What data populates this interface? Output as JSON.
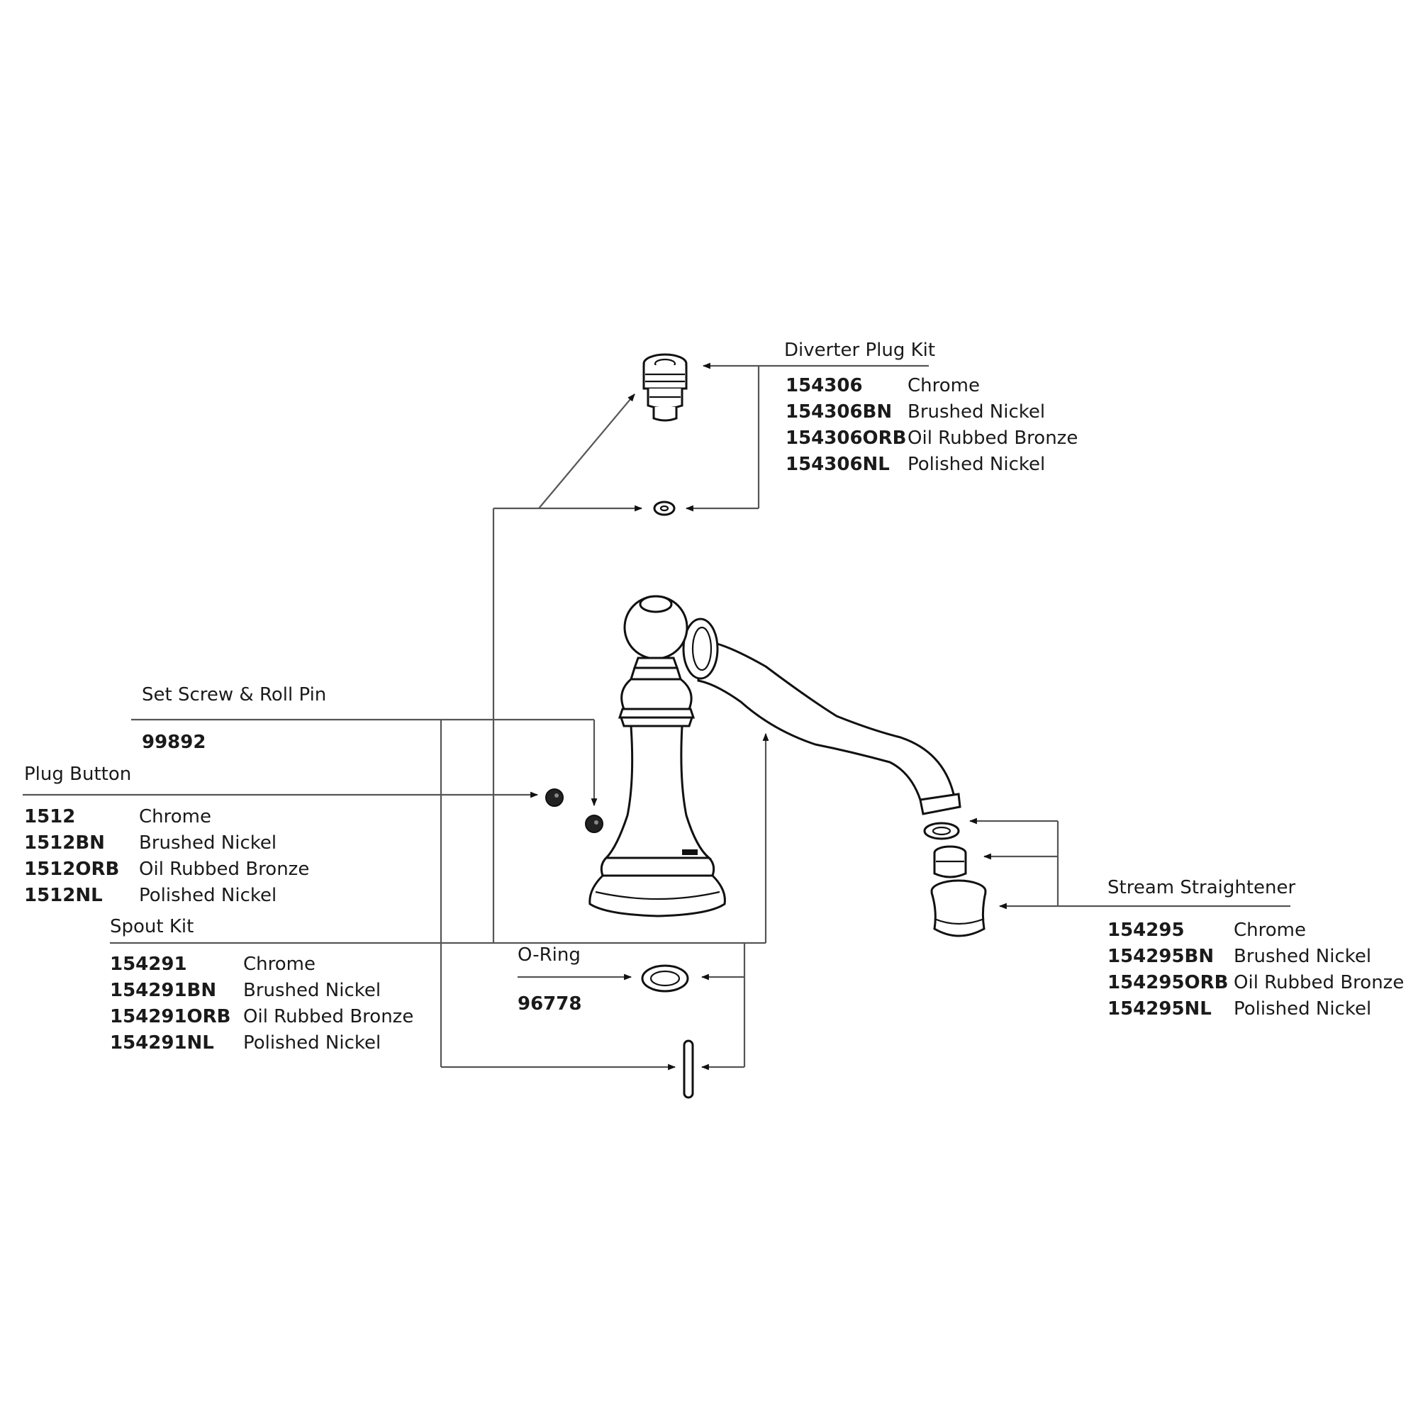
{
  "callouts": {
    "diverter_plug_kit": {
      "title": "Diverter Plug Kit",
      "items": [
        {
          "part": "154306",
          "finish": "Chrome"
        },
        {
          "part": "154306BN",
          "finish": "Brushed Nickel"
        },
        {
          "part": "154306ORB",
          "finish": "Oil Rubbed Bronze"
        },
        {
          "part": "154306NL",
          "finish": "Polished Nickel"
        }
      ]
    },
    "set_screw_roll_pin": {
      "title": "Set Screw & Roll Pin",
      "part": "99892"
    },
    "plug_button": {
      "title": "Plug Button",
      "items": [
        {
          "part": "1512",
          "finish": "Chrome"
        },
        {
          "part": "1512BN",
          "finish": "Brushed Nickel"
        },
        {
          "part": "1512ORB",
          "finish": "Oil Rubbed Bronze"
        },
        {
          "part": "1512NL",
          "finish": "Polished Nickel"
        }
      ]
    },
    "spout_kit": {
      "title": "Spout Kit",
      "items": [
        {
          "part": "154291",
          "finish": "Chrome"
        },
        {
          "part": "154291BN",
          "finish": "Brushed Nickel"
        },
        {
          "part": "154291ORB",
          "finish": "Oil Rubbed Bronze"
        },
        {
          "part": "154291NL",
          "finish": "Polished Nickel"
        }
      ]
    },
    "o_ring": {
      "title": "O-Ring",
      "part": "96778"
    },
    "stream_straightener": {
      "title": "Stream Straightener",
      "items": [
        {
          "part": "154295",
          "finish": "Chrome"
        },
        {
          "part": "154295BN",
          "finish": "Brushed Nickel"
        },
        {
          "part": "154295ORB",
          "finish": "Oil Rubbed Bronze"
        },
        {
          "part": "154295NL",
          "finish": "Polished Nickel"
        }
      ]
    }
  }
}
